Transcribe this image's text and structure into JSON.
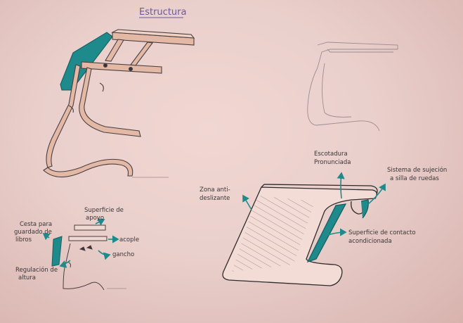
{
  "title": "Estructura",
  "annotations": {
    "cesta_line1": "Cesta para",
    "cesta_line2": "guardado de",
    "cesta_line3": "libros",
    "superficie_line1": "Superficie de",
    "superficie_line2": "apoyo",
    "acople": "acople",
    "gancho": "gancho",
    "regulacion_line1": "Regulación de",
    "regulacion_line2": "altura",
    "zona_line1": "Zona anti-",
    "zona_line2": "deslizante",
    "escotadura_line1": "Escotadura",
    "escotadura_line2": "Pronunciada",
    "sistema_line1": "Sistema de sujeción",
    "sistema_line2": "a silla de ruedas",
    "contacto_line1": "Superficie de contacto",
    "contacto_line2": "acondicionada"
  },
  "colors": {
    "paper": "#ecd0cc",
    "ink": "#3a3437",
    "teal": "#1e8a8c",
    "title": "#6a5a9a"
  }
}
